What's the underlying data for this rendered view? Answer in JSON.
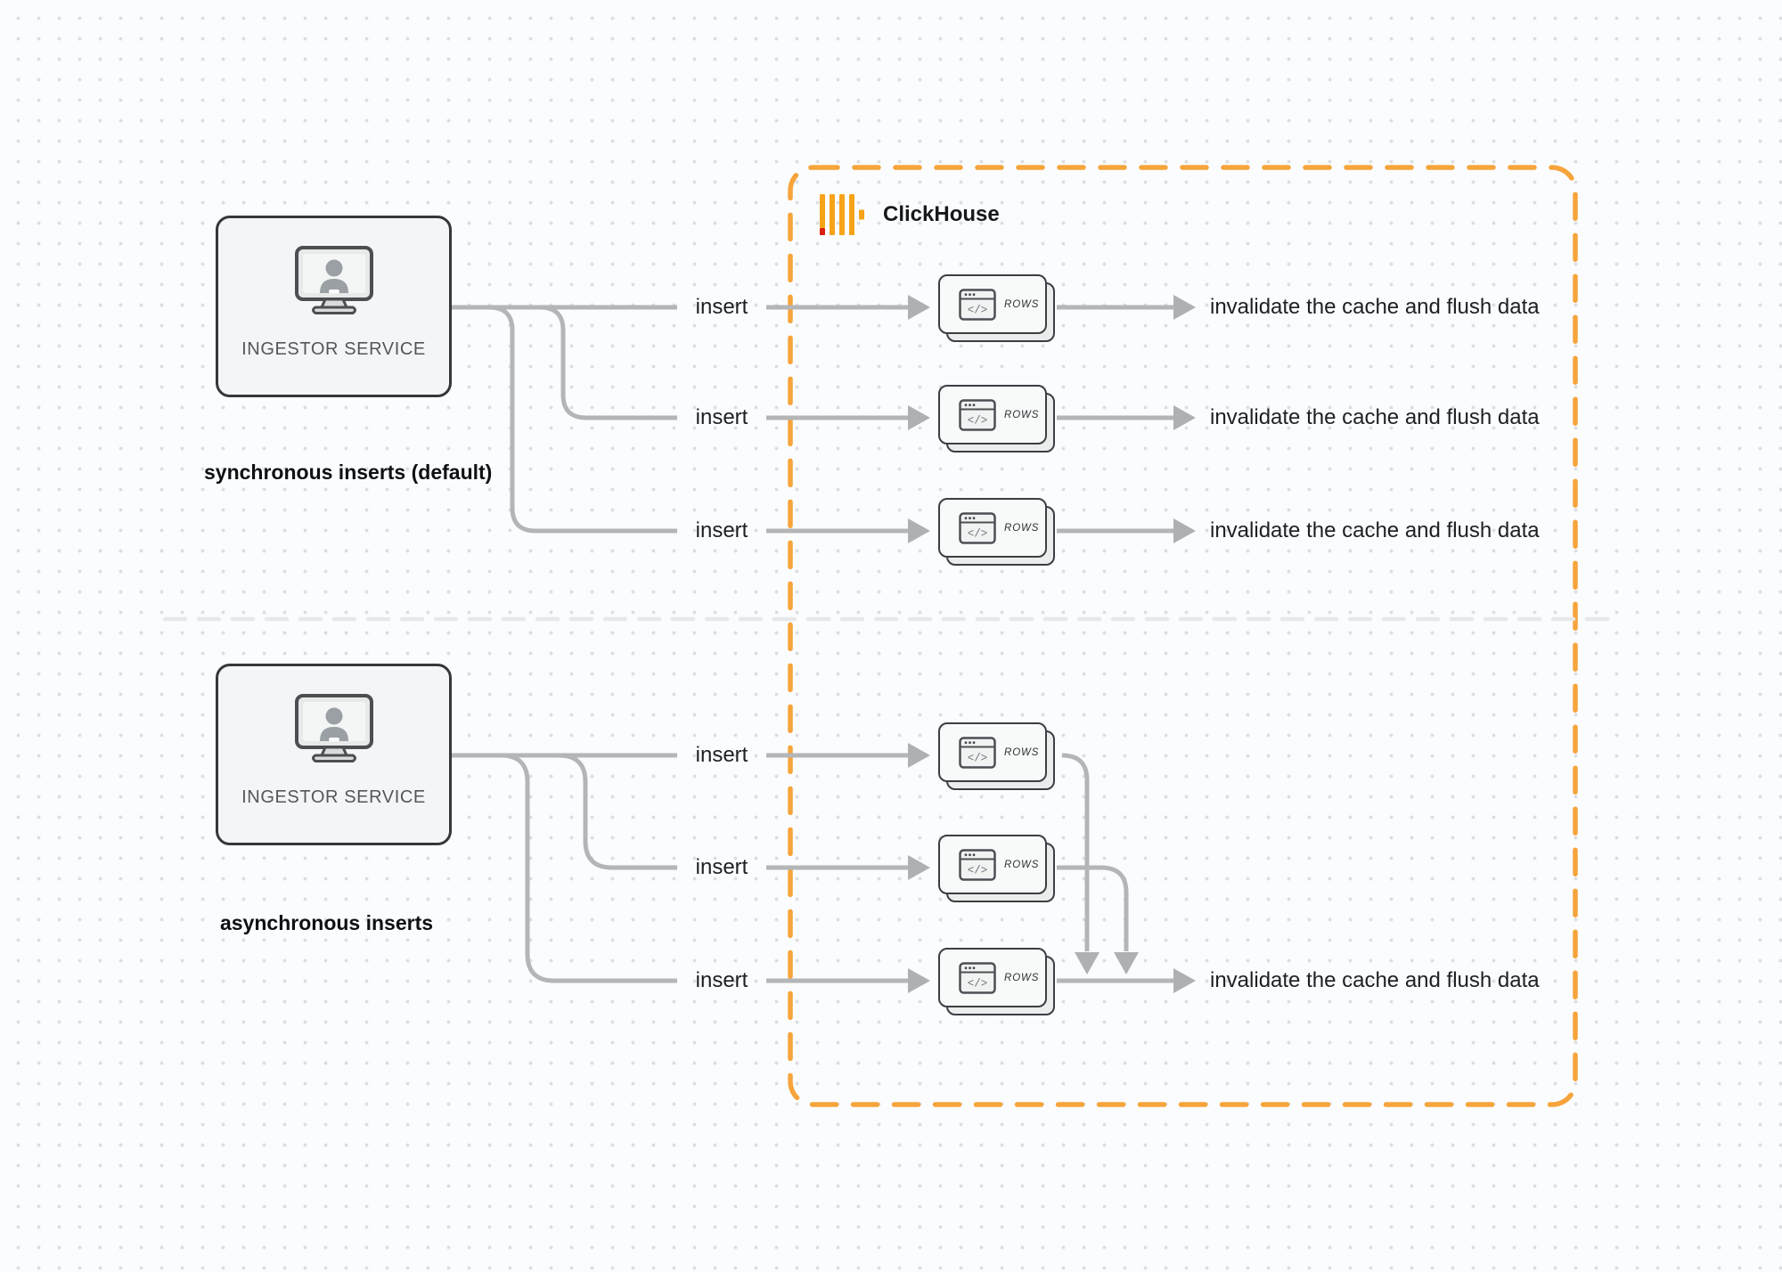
{
  "diagram": {
    "clickhouse_title": "ClickHouse",
    "card_label": "ROWS",
    "card_glyph": "</>",
    "sync": {
      "service_label": "INGESTOR SERVICE",
      "caption": "synchronous inserts (default)",
      "rows": [
        {
          "insert": "insert",
          "result": "invalidate the cache and flush data"
        },
        {
          "insert": "insert",
          "result": "invalidate the cache and flush data"
        },
        {
          "insert": "insert",
          "result": "invalidate the cache and flush data"
        }
      ]
    },
    "async": {
      "service_label": "INGESTOR SERVICE",
      "caption": "asynchronous inserts",
      "rows": [
        {
          "insert": "insert"
        },
        {
          "insert": "insert"
        },
        {
          "insert": "insert"
        }
      ],
      "result": "invalidate the cache and flush data"
    }
  },
  "icons": {
    "service": "monitor-user-icon",
    "card": "code-window-icon",
    "logo": "clickhouse-logo-icon"
  },
  "colors": {
    "clickhouse_boundary_orange": "#F6A43B",
    "logo_yellow": "#F6A318",
    "logo_red": "#DC1F0E",
    "wire_gray": "#B3B5B7",
    "outline_dark": "#34383B",
    "text_dark": "#1D2022",
    "divider_gray": "#E6E8EA"
  }
}
